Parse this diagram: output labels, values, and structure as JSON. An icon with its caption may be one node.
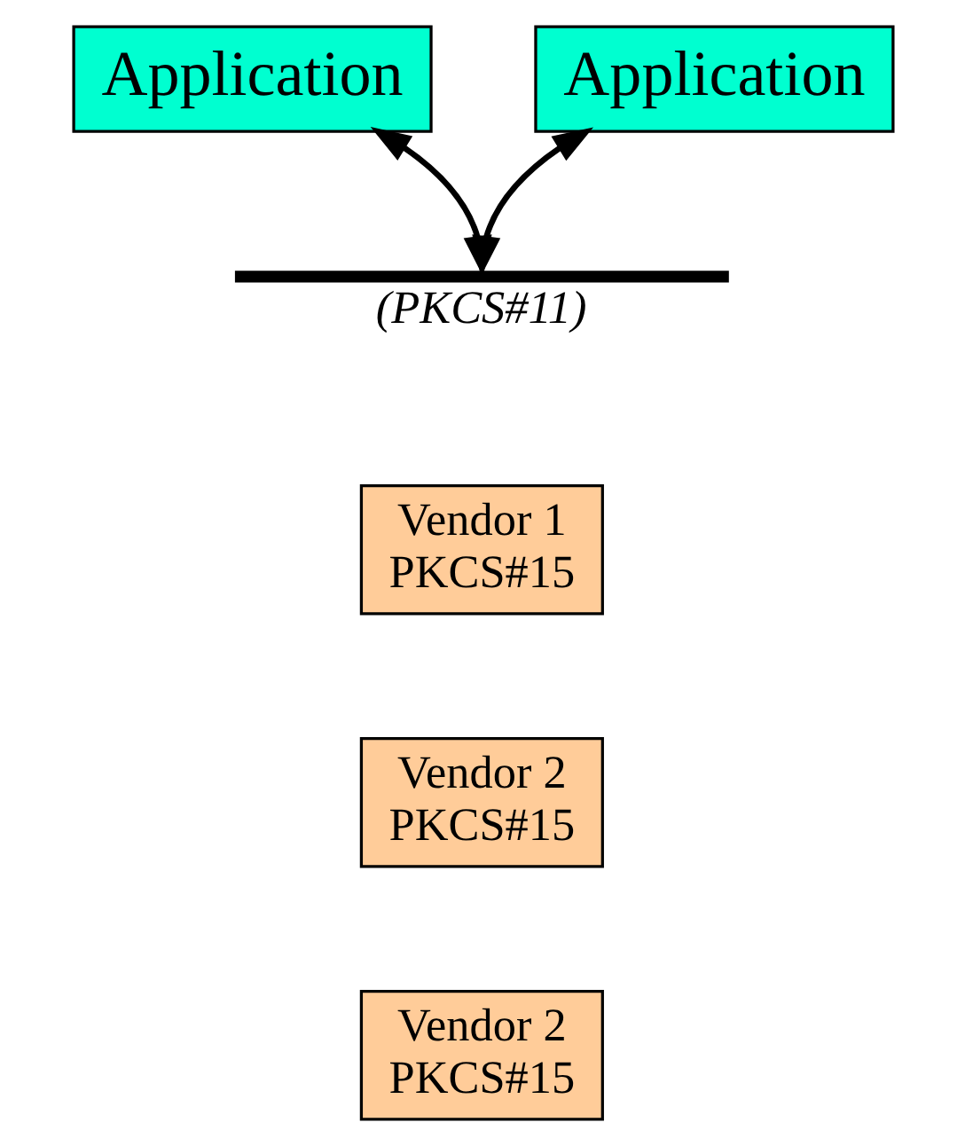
{
  "diagram": {
    "nodes": [
      {
        "text": [
          "Application"
        ]
      },
      {
        "text": [
          "Application"
        ]
      },
      {
        "text": [],
        "shape": "bar",
        "beside": [
          "(PKCS#11)"
        ]
      },
      {
        "text": [
          "Vendor 1 PKCS#15"
        ]
      },
      {
        "text": [
          "Vendor 2 PKCS#15"
        ]
      },
      {
        "text": [
          "Vendor 2 PKCS#15"
        ]
      }
    ],
    "edges": [
      {
        "from": 0,
        "to": 2,
        "arrow": "both"
      },
      {
        "from": 1,
        "to": 2,
        "arrow": "both"
      }
    ]
  }
}
